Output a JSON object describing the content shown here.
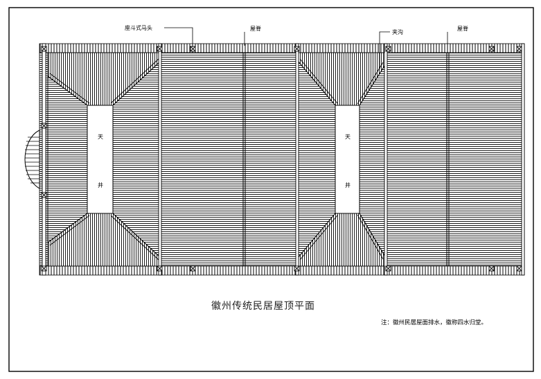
{
  "title": "徽州传统民居屋顶平面",
  "note": "注：徽州民居屋面排水，徽称四水归堂。",
  "labels": {
    "gable_wall": "座斗式马头",
    "ridge_left": "屋脊",
    "gutter": "夹沟",
    "ridge_right": "屋脊"
  },
  "courtyards": {
    "left_top": "天",
    "left_bottom": "井",
    "right_top": "天",
    "right_bottom": "井"
  },
  "colors": {
    "line": "#000000",
    "paper": "#ffffff",
    "title": "#222222"
  }
}
